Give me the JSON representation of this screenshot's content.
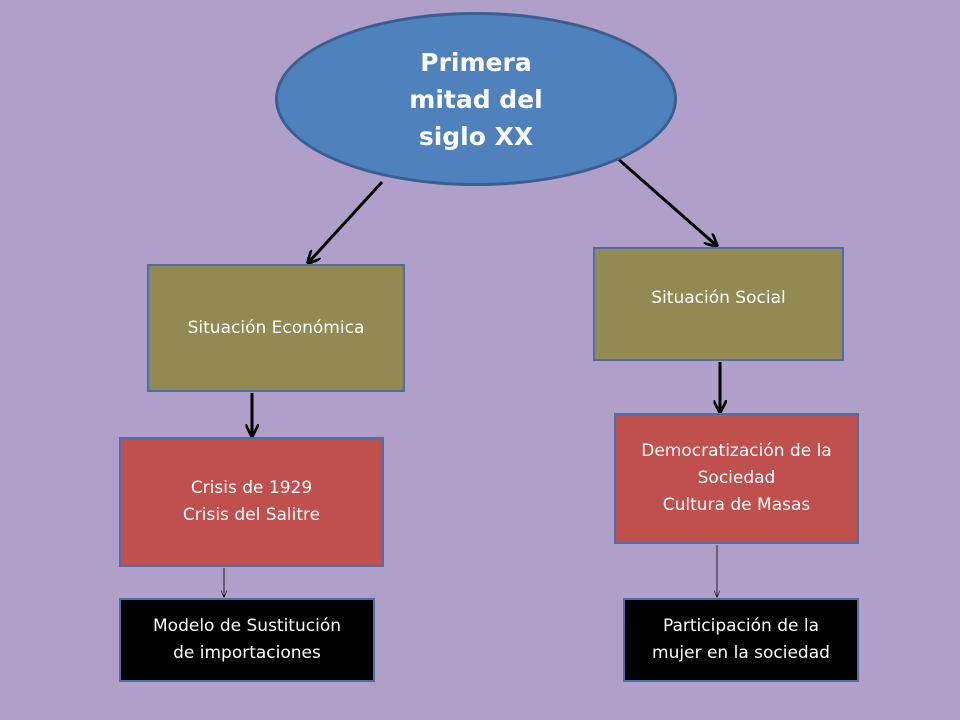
{
  "colors": {
    "background": "#b09fc8",
    "ellipse_fill": "#4f81bd",
    "olive_fill": "#938953",
    "red_fill": "#c0504d",
    "black_fill": "#000000",
    "arrow": "#000000"
  },
  "diagram": {
    "root": {
      "label": "Primera\nmitad del\nsiglo XX"
    },
    "economica": {
      "label": "Situación Económica"
    },
    "social": {
      "label": "Situación Social"
    },
    "crisis": {
      "label": "Crisis de 1929\nCrisis del Salitre"
    },
    "democratizacion": {
      "label": "Democratización de la\nSociedad\nCultura de Masas"
    },
    "modelo": {
      "label": "Modelo de Sustitución\nde importaciones"
    },
    "mujer": {
      "label": "Participación de la\nmujer en la sociedad"
    }
  }
}
